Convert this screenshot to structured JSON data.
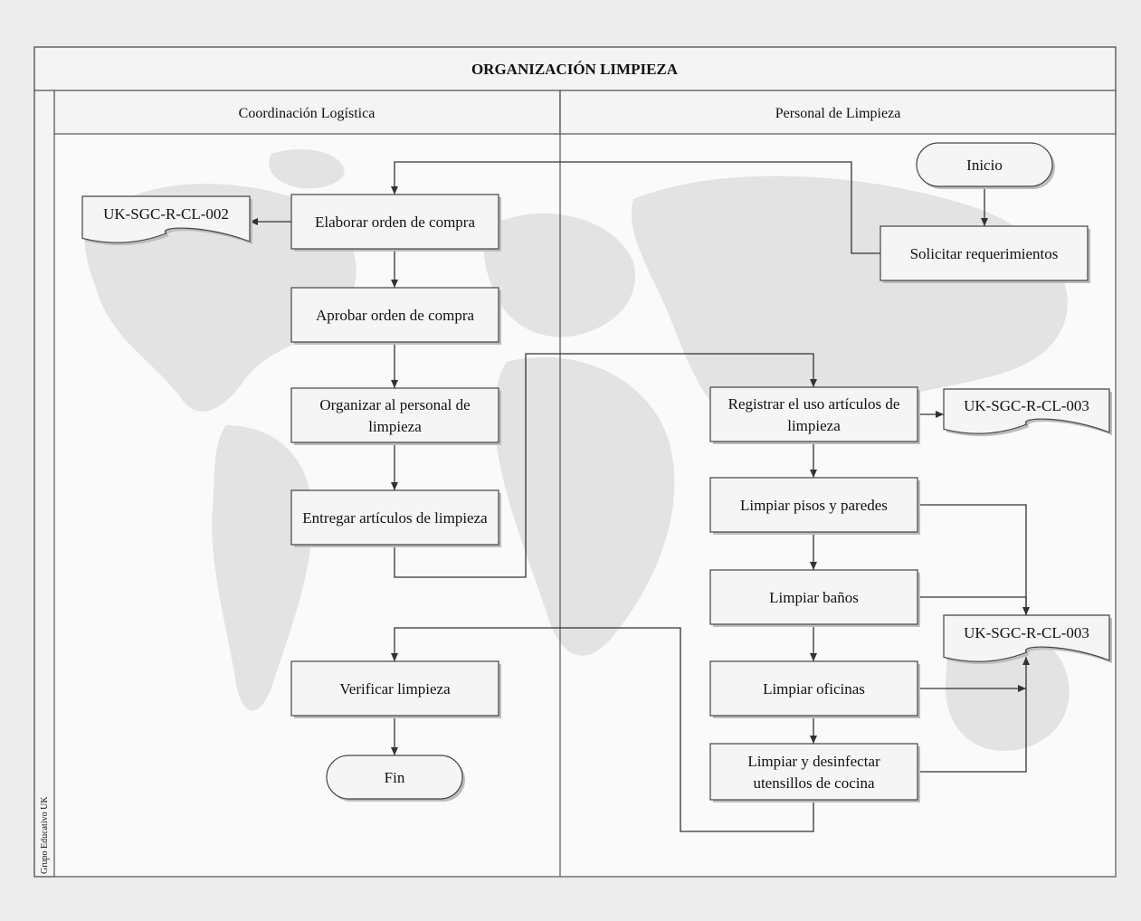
{
  "diagram": {
    "title": "ORGANIZACIÓN LIMPIEZA",
    "side_label": "Grupo Educativo UK",
    "lanes": [
      {
        "id": "coordinacion",
        "label": "Coordinación Logística"
      },
      {
        "id": "personal",
        "label": "Personal de Limpieza"
      }
    ],
    "nodes": [
      {
        "id": "inicio",
        "kind": "terminator",
        "lines": [
          "Inicio"
        ]
      },
      {
        "id": "solicitar",
        "kind": "process",
        "lines": [
          "Solicitar requerimientos"
        ]
      },
      {
        "id": "elaborar",
        "kind": "process",
        "lines": [
          "Elaborar orden de compra"
        ]
      },
      {
        "id": "doc002",
        "kind": "document",
        "lines": [
          "UK-SGC-R-CL-002"
        ]
      },
      {
        "id": "aprobar",
        "kind": "process",
        "lines": [
          "Aprobar orden de compra"
        ]
      },
      {
        "id": "organizar",
        "kind": "process",
        "lines": [
          "Organizar al personal de",
          "limpieza"
        ]
      },
      {
        "id": "entregar",
        "kind": "process",
        "lines": [
          "Entregar artículos de limpieza"
        ]
      },
      {
        "id": "registrar",
        "kind": "process",
        "lines": [
          "Registrar el uso artículos de",
          "limpieza"
        ]
      },
      {
        "id": "doc003a",
        "kind": "document",
        "lines": [
          "UK-SGC-R-CL-003"
        ]
      },
      {
        "id": "pisos",
        "kind": "process",
        "lines": [
          "Limpiar pisos y paredes"
        ]
      },
      {
        "id": "banos",
        "kind": "process",
        "lines": [
          "Limpiar baños"
        ]
      },
      {
        "id": "doc003b",
        "kind": "document",
        "lines": [
          "UK-SGC-R-CL-003"
        ]
      },
      {
        "id": "oficinas",
        "kind": "process",
        "lines": [
          "Limpiar oficinas"
        ]
      },
      {
        "id": "cocina",
        "kind": "process",
        "lines": [
          "Limpiar y desinfectar",
          "utensillos de cocina"
        ]
      },
      {
        "id": "verificar",
        "kind": "process",
        "lines": [
          "Verificar limpieza"
        ]
      },
      {
        "id": "fin",
        "kind": "terminator",
        "lines": [
          "Fin"
        ]
      }
    ],
    "edges": [
      {
        "from": "inicio",
        "to": "solicitar"
      },
      {
        "from": "solicitar",
        "to": "elaborar"
      },
      {
        "from": "elaborar",
        "to": "doc002"
      },
      {
        "from": "elaborar",
        "to": "aprobar"
      },
      {
        "from": "aprobar",
        "to": "organizar"
      },
      {
        "from": "organizar",
        "to": "entregar"
      },
      {
        "from": "entregar",
        "to": "registrar"
      },
      {
        "from": "registrar",
        "to": "doc003a"
      },
      {
        "from": "registrar",
        "to": "pisos"
      },
      {
        "from": "pisos",
        "to": "banos"
      },
      {
        "from": "banos",
        "to": "oficinas"
      },
      {
        "from": "oficinas",
        "to": "cocina"
      },
      {
        "from": "pisos",
        "to": "doc003b"
      },
      {
        "from": "banos",
        "to": "doc003b"
      },
      {
        "from": "oficinas",
        "to": "doc003b"
      },
      {
        "from": "cocina",
        "to": "doc003b"
      },
      {
        "from": "cocina",
        "to": "verificar"
      },
      {
        "from": "verificar",
        "to": "fin"
      }
    ]
  }
}
